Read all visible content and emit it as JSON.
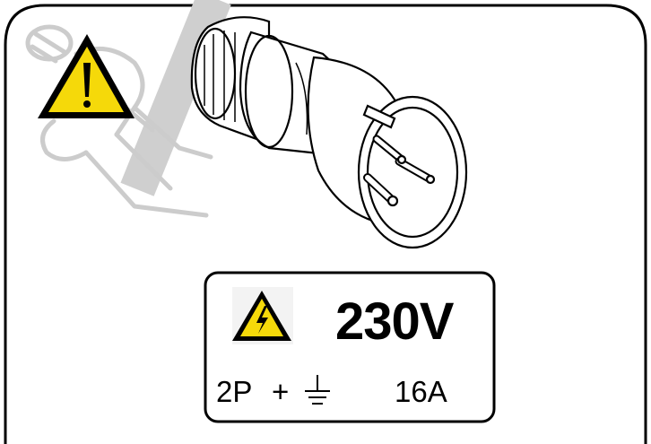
{
  "label": {
    "voltage": "230V",
    "poles": "2P",
    "plus": "+",
    "current": "16A"
  },
  "icons": {
    "caution": "warning-triangle-icon",
    "hand": "hand-holding-plug-icon",
    "plug": "industrial-plug-icon",
    "electric": "high-voltage-icon",
    "ground": "ground-symbol-icon"
  },
  "colors": {
    "warning_yellow": "#f5d90a",
    "outline": "#000000",
    "watermark_grey": "#cfcfcf"
  }
}
